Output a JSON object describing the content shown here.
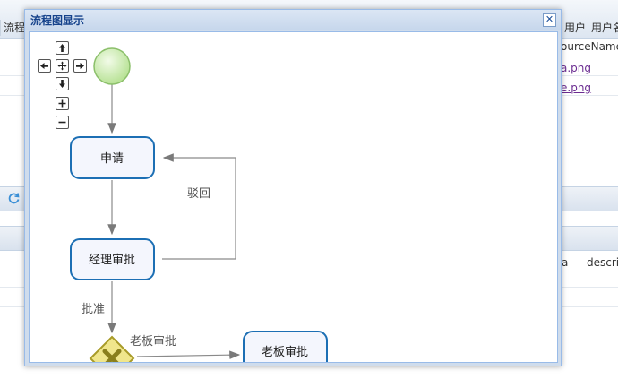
{
  "window": {
    "title": "流程图显示",
    "close_glyph": "✕"
  },
  "background": {
    "header_cells": [
      "流程",
      "用户",
      "用户名"
    ],
    "column_name": "ourceName",
    "links": [
      "a.png",
      "e.png"
    ],
    "right_cols": [
      "a",
      "descri"
    ]
  },
  "diagram": {
    "nodes": {
      "apply": "申请",
      "manager": "经理审批",
      "boss": "老板审批"
    },
    "edges": {
      "reject": "驳回",
      "approve": "批准",
      "to_boss": "老板审批"
    }
  },
  "nav": {
    "up": "arrow-up-icon",
    "down": "arrow-down-icon",
    "left": "arrow-left-icon",
    "right": "arrow-right-icon",
    "center": "center-icon",
    "zoom_in": "zoom-in-icon",
    "zoom_out": "zoom-out-icon"
  },
  "colors": {
    "task_border": "#1c6fb4",
    "task_fill": "#f4f6fd",
    "start_fill": "#c9eeb0",
    "gateway_fill": "#f0e68c",
    "gateway_border": "#a89b28",
    "window_header": "#c7d7ec",
    "title_color": "#15428b"
  }
}
